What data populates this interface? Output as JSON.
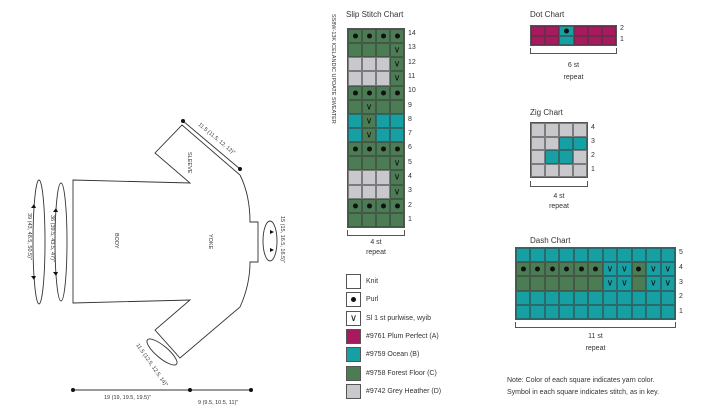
{
  "schematic": {
    "sleeve_label": "SLEEVE",
    "body_label": "BODY",
    "yoke_label": "YOKE",
    "sleeve_length": "11.5 (11.5, 12, 12)\"",
    "chest_outer": "39 (43, 48.5, 50.5)\"",
    "chest_inner": "36 (39.5, 43.5, 47)\"",
    "neck": "15 (15, 16.5, 16.5)\"",
    "cuff": "11.5 (12.5, 12.5, 14)\"",
    "body_length": "19 (19, 19.5, 19.5)\"",
    "yoke_depth": "9 (9.5, 10.5, 11)\""
  },
  "side_caption": "SS8W-13K ICELANDIC UPDATE SWEATER",
  "colors": {
    "A": "#a8195e",
    "B": "#17a0a3",
    "C": "#4b7c54",
    "D": "#c9c9cd"
  },
  "charts": {
    "slip": {
      "title": "Slip Stitch Chart",
      "repeat_count": "4 st",
      "repeat_label": "repeat",
      "row_labels": [
        "14",
        "13",
        "12",
        "11",
        "10",
        "9",
        "8",
        "7",
        "6",
        "5",
        "4",
        "3",
        "2",
        "1"
      ],
      "rows": [
        [
          "Cp",
          "Cp",
          "Cp",
          "Cp"
        ],
        [
          "C",
          "C",
          "C",
          "Cs"
        ],
        [
          "D",
          "D",
          "D",
          "Cs"
        ],
        [
          "D",
          "D",
          "D",
          "Cs"
        ],
        [
          "Cp",
          "Cp",
          "Cp",
          "Cp"
        ],
        [
          "C",
          "Cs",
          "C",
          "C"
        ],
        [
          "B",
          "Cs",
          "B",
          "B"
        ],
        [
          "B",
          "Cs",
          "B",
          "B"
        ],
        [
          "Cp",
          "Cp",
          "Cp",
          "Cp"
        ],
        [
          "C",
          "C",
          "C",
          "Cs"
        ],
        [
          "D",
          "D",
          "D",
          "Cs"
        ],
        [
          "D",
          "D",
          "D",
          "Cs"
        ],
        [
          "Cp",
          "Cp",
          "Cp",
          "Cp"
        ],
        [
          "C",
          "C",
          "C",
          "C"
        ]
      ]
    },
    "dot": {
      "title": "Dot Chart",
      "repeat_count": "6 st",
      "repeat_label": "repeat",
      "row_labels": [
        "2",
        "1"
      ],
      "rows": [
        [
          "A",
          "A",
          "Bp",
          "A",
          "A",
          "A"
        ],
        [
          "A",
          "A",
          "B",
          "A",
          "A",
          "A"
        ]
      ]
    },
    "zig": {
      "title": "Zig Chart",
      "repeat_count": "4 st",
      "repeat_label": "repeat",
      "row_labels": [
        "4",
        "3",
        "2",
        "1"
      ],
      "rows": [
        [
          "D",
          "D",
          "D",
          "D"
        ],
        [
          "D",
          "D",
          "B",
          "B"
        ],
        [
          "D",
          "B",
          "B",
          "D"
        ],
        [
          "D",
          "D",
          "D",
          "D"
        ]
      ]
    },
    "dash": {
      "title": "Dash Chart",
      "repeat_count": "11 st",
      "repeat_label": "repeat",
      "row_labels": [
        "5",
        "4",
        "3",
        "2",
        "1"
      ],
      "rows": [
        [
          "B",
          "B",
          "B",
          "B",
          "B",
          "B",
          "B",
          "B",
          "B",
          "B",
          "B"
        ],
        [
          "Cp",
          "Cp",
          "Cp",
          "Cp",
          "Cp",
          "Cp",
          "Bs",
          "Bs",
          "Cp",
          "Bs",
          "Bs"
        ],
        [
          "C",
          "C",
          "C",
          "C",
          "C",
          "C",
          "Bs",
          "Bs",
          "C",
          "Bs",
          "Bs"
        ],
        [
          "B",
          "B",
          "B",
          "B",
          "B",
          "B",
          "B",
          "B",
          "B",
          "B",
          "B"
        ],
        [
          "B",
          "B",
          "B",
          "B",
          "B",
          "B",
          "B",
          "B",
          "B",
          "B",
          "B"
        ]
      ]
    }
  },
  "legend": [
    {
      "label": "Knit",
      "symbol": "knit",
      "fill": "#ffffff"
    },
    {
      "label": "Purl",
      "symbol": "purl",
      "fill": "#ffffff"
    },
    {
      "label": "Sl 1 st purlwise, wyib",
      "symbol": "slip",
      "fill": "#ffffff"
    },
    {
      "label": "#9761 Plum Perfect (A)",
      "symbol": "",
      "fill": "#a8195e"
    },
    {
      "label": "#9759 Ocean (B)",
      "symbol": "",
      "fill": "#17a0a3"
    },
    {
      "label": "#9758 Forest Floor (C)",
      "symbol": "",
      "fill": "#4b7c54"
    },
    {
      "label": "#9742 Grey Heather (D)",
      "symbol": "",
      "fill": "#c9c9cd"
    }
  ],
  "note": {
    "line1": "Note: Color of each square indicates yarn color.",
    "line2": "Symbol in each square indicates stitch, as in key."
  }
}
